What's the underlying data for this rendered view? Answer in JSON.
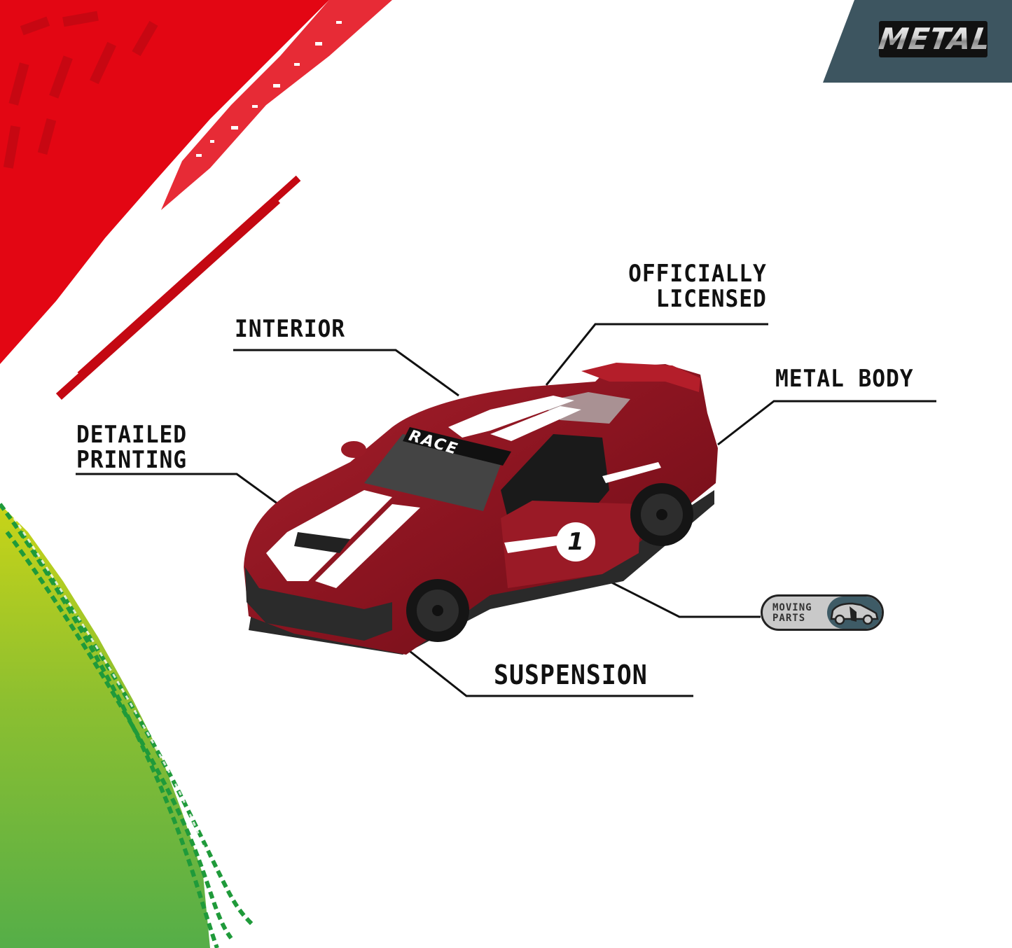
{
  "badge": {
    "text": "METAL",
    "panel_color": "#3d5560"
  },
  "features": [
    {
      "id": "officially-licensed",
      "lines": [
        "OFFICIALLY",
        "LICENSED"
      ]
    },
    {
      "id": "interior",
      "lines": [
        "INTERIOR"
      ]
    },
    {
      "id": "metal-body",
      "lines": [
        "METAL BODY"
      ]
    },
    {
      "id": "detailed-printing",
      "lines": [
        "DETAILED",
        "PRINTING"
      ]
    },
    {
      "id": "suspension",
      "lines": [
        "SUSPENSION"
      ]
    }
  ],
  "moving_parts": {
    "line1": "MOVING",
    "line2": "PARTS",
    "icon": "car-open-door-icon"
  },
  "car": {
    "windshield_text": "RACE",
    "door_number": "1",
    "body_color": "#8e1520",
    "stripe_color": "#ffffff"
  },
  "colors": {
    "red_swoosh": "#e30613",
    "green_top": "#c2d11a",
    "green_bottom": "#57b047",
    "tire_track_green": "#1f9a3a"
  }
}
